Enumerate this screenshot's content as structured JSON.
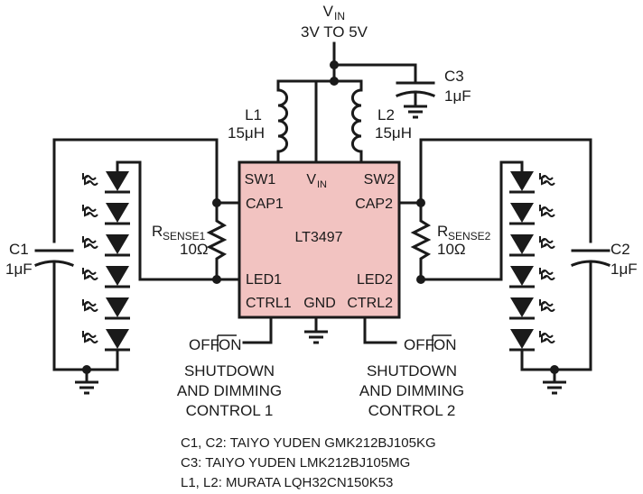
{
  "supply": {
    "label": "V",
    "sub": "IN",
    "range": "3V TO 5V"
  },
  "chip": {
    "name": "LT3497",
    "pins": {
      "sw1": "SW1",
      "vin": "V",
      "vin_sub": "IN",
      "sw2": "SW2",
      "cap1": "CAP1",
      "cap2": "CAP2",
      "led1": "LED1",
      "led2": "LED2",
      "ctrl1": "CTRL1",
      "gnd": "GND",
      "ctrl2": "CTRL2"
    }
  },
  "components": {
    "l1": {
      "name": "L1",
      "value": "15μH"
    },
    "l2": {
      "name": "L2",
      "value": "15μH"
    },
    "c1": {
      "name": "C1",
      "value": "1μF"
    },
    "c2": {
      "name": "C2",
      "value": "1μF"
    },
    "c3": {
      "name": "C3",
      "value": "1μF"
    },
    "r1": {
      "name": "R",
      "sub": "SENSE1",
      "value": "10Ω"
    },
    "r2": {
      "name": "R",
      "sub": "SENSE2",
      "value": "10Ω"
    }
  },
  "controls": {
    "ctrl1": {
      "off": "OFF",
      "on": "ON",
      "line1": "SHUTDOWN",
      "line2": "AND DIMMING",
      "line3": "CONTROL 1"
    },
    "ctrl2": {
      "off": "OFF",
      "on": "ON",
      "line1": "SHUTDOWN",
      "line2": "AND DIMMING",
      "line3": "CONTROL 2"
    }
  },
  "notes": [
    "C1, C2: TAIYO YUDEN GMK212BJ105KG",
    "C3: TAIYO YUDEN LMK212BJ105MG",
    "L1, L2: MURATA LQH32CN150K53"
  ]
}
